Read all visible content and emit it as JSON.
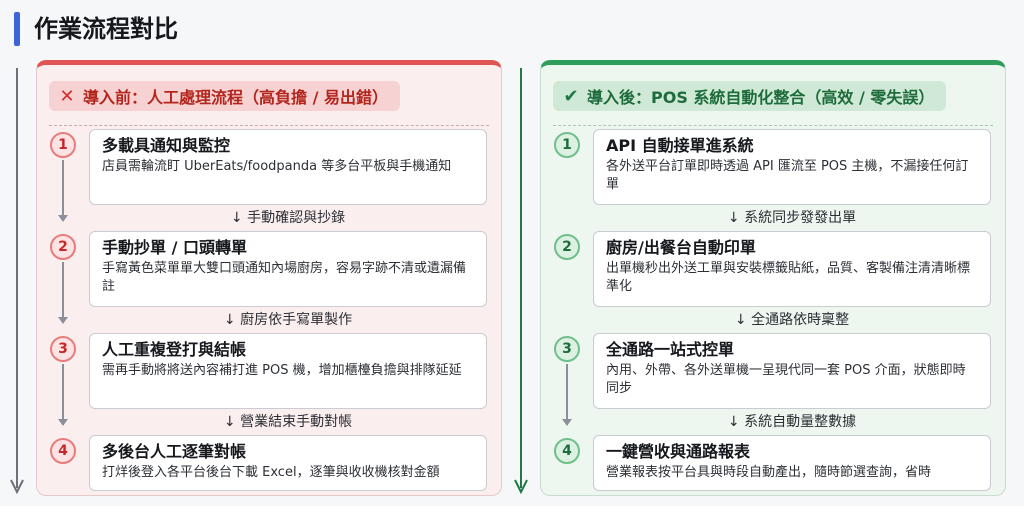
{
  "page_title": "作業流程對比",
  "left_panel": {
    "icon": "✕",
    "heading": "導入前：人工處理流程（高負擔 / 易出錯）",
    "steps": [
      {
        "num": "1",
        "title": "多載具通知與監控",
        "desc": "店員需輪流盯 UberEats/foodpanda 等多台平板與手機通知"
      },
      {
        "num": "2",
        "title": "手動抄單 / 口頭轉單",
        "desc": "手寫黃色菜單單大雙口頭通知內場廚房，容易字跡不清或遺漏備註"
      },
      {
        "num": "3",
        "title": "人工重複登打與結帳",
        "desc": "需再手動將將送內容補打進 POS 機，增加櫃檯負擔與排隊延延"
      },
      {
        "num": "4",
        "title": "多後台人工逐筆對帳",
        "desc": "打烊後登入各平台後台下載 Excel，逐筆與收收機核對金額"
      }
    ],
    "transitions": [
      "↓ 手動確認與抄錄",
      "↓ 廚房依手寫單製作",
      "↓ 營業結束手動對帳"
    ]
  },
  "right_panel": {
    "icon": "✔",
    "heading": "導入後：POS 系統自動化整合（高效 / 零失誤）",
    "steps": [
      {
        "num": "1",
        "title": "API 自動接單進系統",
        "desc": "各外送平台訂單即時透過 API 匯流至 POS 主機，不漏接任何訂單"
      },
      {
        "num": "2",
        "title": "廚房/出餐台自動印單",
        "desc": "出單機秒出外送工單與安裝標籤貼紙，品質、客製備注清清晰標準化"
      },
      {
        "num": "3",
        "title": "全通路一站式控單",
        "desc": "內用、外帶、各外送單機一呈現代同一套 POS 介面，狀態即時同步"
      },
      {
        "num": "4",
        "title": "一鍵營收與通路報表",
        "desc": "營業報表按平台具與時段自動產出，隨時節選查詢，省時"
      }
    ],
    "transitions": [
      "↓ 系統同步發發出單",
      "↓ 全通路依時稟整",
      "↓ 系統自動量整數據"
    ]
  },
  "colors": {
    "accent_blue": "#3b66d6",
    "red": "#e15454",
    "green": "#2f9e5b"
  }
}
